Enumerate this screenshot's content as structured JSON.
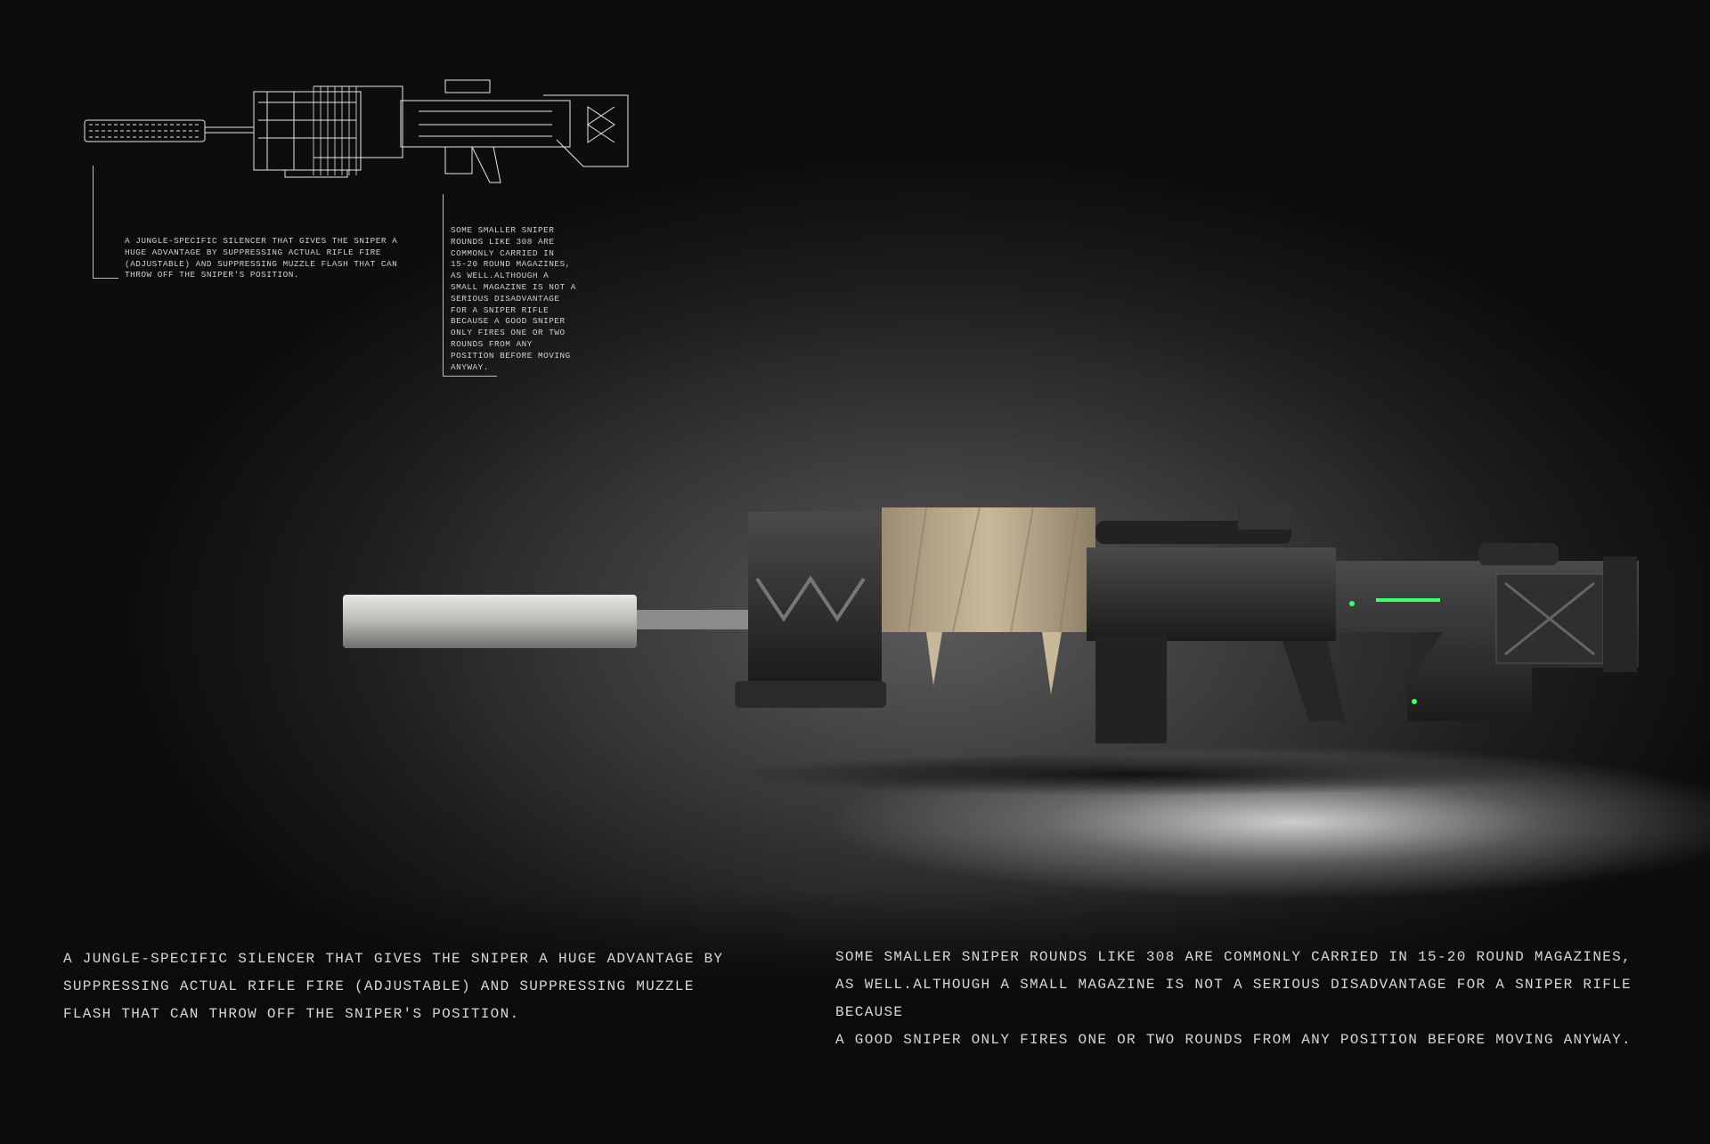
{
  "blueprint_notes": {
    "silencer": "A JUNGLE-SPECIFIC SILENCER THAT GIVES THE SNIPER A\nHUGE ADVANTAGE BY SUPPRESSING ACTUAL RIFLE FIRE\n(ADJUSTABLE) AND SUPPRESSING MUZZLE FLASH THAT CAN\nTHROW OFF THE SNIPER'S POSITION.",
    "magazine": "SOME SMALLER SNIPER\nROUNDS LIKE 308 ARE\nCOMMONLY CARRIED IN\n15-20 ROUND MAGAZINES,\nAS WELL.ALTHOUGH A\nSMALL MAGAZINE IS NOT A\nSERIOUS DISADVANTAGE\nFOR A SNIPER RIFLE\nBECAUSE A GOOD SNIPER\nONLY FIRES ONE OR TWO\nROUNDS FROM ANY\nPOSITION BEFORE MOVING\nANYWAY."
  },
  "captions": {
    "silencer": "A JUNGLE-SPECIFIC SILENCER THAT GIVES THE SNIPER A HUGE ADVANTAGE BY\nSUPPRESSING ACTUAL RIFLE FIRE (ADJUSTABLE) AND SUPPRESSING MUZZLE\nFLASH THAT CAN THROW OFF THE SNIPER'S POSITION.",
    "magazine": "SOME SMALLER SNIPER ROUNDS LIKE 308 ARE COMMONLY CARRIED IN 15-20 ROUND MAGAZINES,\nAS WELL.ALTHOUGH A SMALL MAGAZINE IS NOT A SERIOUS DISADVANTAGE FOR A SNIPER RIFLE\nBECAUSE\nA GOOD SNIPER ONLY FIRES ONE OR TWO ROUNDS FROM ANY POSITION BEFORE MOVING ANYWAY."
  },
  "colors": {
    "accent_glow": "#3dff6a",
    "wrap": "#b9a78a",
    "metal": "#2e2e2e"
  }
}
